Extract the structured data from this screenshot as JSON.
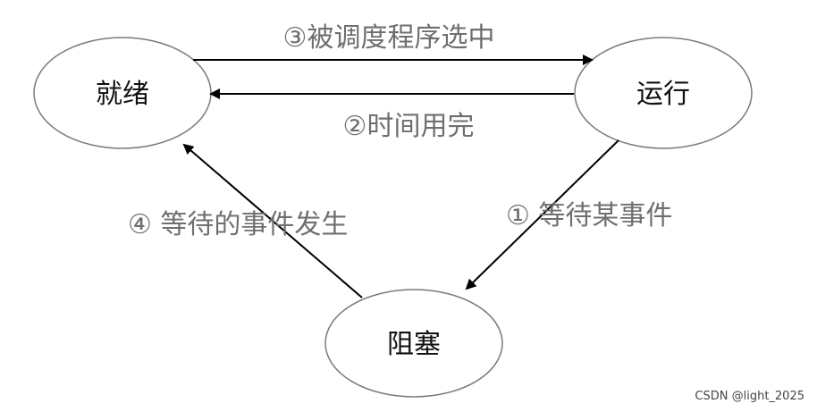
{
  "states": {
    "ready": "就绪",
    "running": "运行",
    "blocked": "阻塞"
  },
  "transitions": {
    "scheduled": "③被调度程序选中",
    "timeout": "②时间用完",
    "wait_event": "① 等待某事件",
    "event_occurs": "④ 等待的事件发生"
  },
  "watermark": "CSDN @light_2025",
  "colors": {
    "stroke": "#7a7a7a",
    "arrow": "#000000",
    "label": "#6f6f6f",
    "state_text": "#111111"
  }
}
